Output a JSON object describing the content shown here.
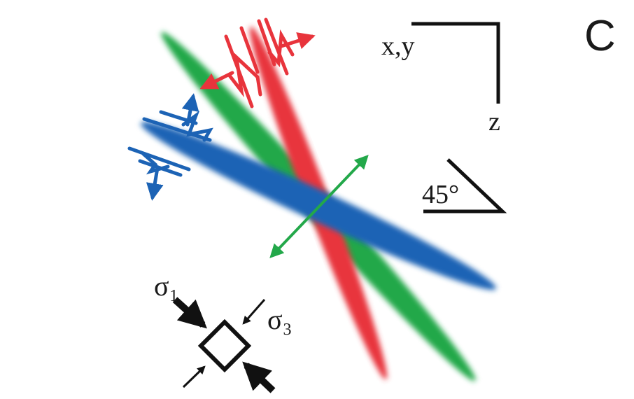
{
  "panel_label": "C",
  "axes": {
    "horizontal_label": "x,y",
    "vertical_label": "z"
  },
  "angle_label": "45°",
  "stress_labels": {
    "sigma1": "σ₁",
    "sigma3": "σ₃"
  },
  "colors": {
    "red": "#e8343c",
    "green": "#23a84a",
    "blue": "#1c63b5",
    "black": "#111111"
  }
}
